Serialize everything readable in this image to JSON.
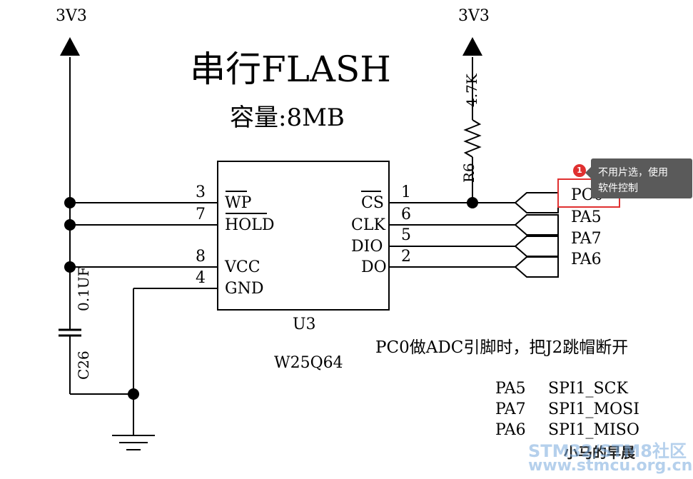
{
  "title": "串行FLASH",
  "capacity": "容量:8MB",
  "power_labels": [
    "3V3",
    "3V3"
  ],
  "chip": {
    "ref": "U3",
    "part": "W25Q64",
    "left_pins": [
      {
        "num": "3",
        "name": "WP"
      },
      {
        "num": "7",
        "name": "HOLD"
      },
      {
        "num": "8",
        "name": "VCC"
      },
      {
        "num": "4",
        "name": "GND"
      }
    ],
    "right_pins": [
      {
        "num": "1",
        "name": "CS"
      },
      {
        "num": "6",
        "name": "CLK"
      },
      {
        "num": "5",
        "name": "DIO"
      },
      {
        "num": "2",
        "name": "DO"
      }
    ]
  },
  "resistor": {
    "ref": "R6",
    "value": "4.7K"
  },
  "capacitor": {
    "ref": "C26",
    "value": "0.1UF"
  },
  "nets": [
    "PC0",
    "PA5",
    "PA7",
    "PA6"
  ],
  "note": "PC0做ADC引脚时，把J2跳帽断开",
  "pin_map": [
    {
      "pin": "PA5",
      "func": "SPI1_SCK"
    },
    {
      "pin": "PA7",
      "func": "SPI1_MOSI"
    },
    {
      "pin": "PA6",
      "func": "SPI1_MISO"
    }
  ],
  "annotation": {
    "badge": "1",
    "line1": "不用片选，使用",
    "line2": "软件控制",
    "color": "#e03030"
  },
  "watermark": {
    "line1": "STM32/STM8社区",
    "line2": "www.stmcu.org.cn",
    "wechat": "小马的早晨"
  }
}
